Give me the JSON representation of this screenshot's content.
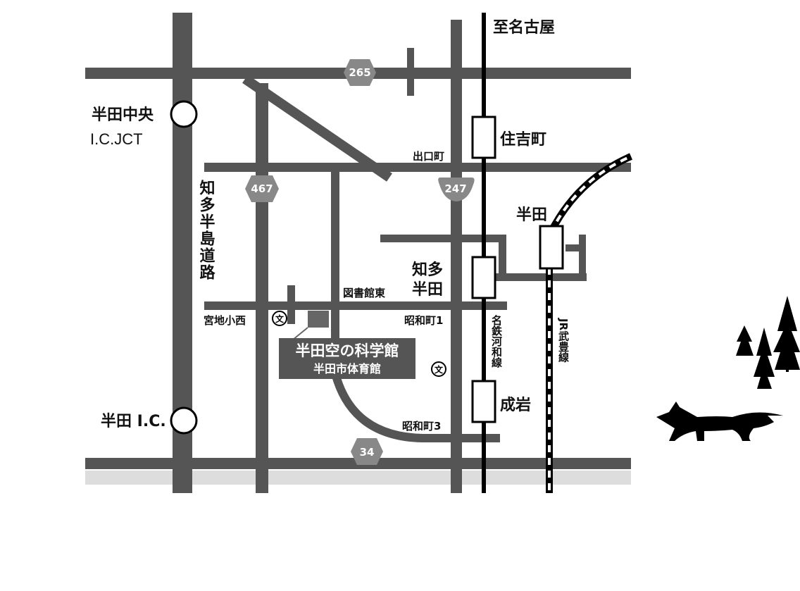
{
  "directions": {
    "to_nagoya": "至名古屋"
  },
  "stations": {
    "sumiyoshicho": "住吉町",
    "chita_handa_line1": "知多",
    "chita_handa_line2": "半田",
    "handa": "半田",
    "narawa": "成岩"
  },
  "railways": {
    "meitetsu": "名鉄河和線",
    "jr": "JR武豊線"
  },
  "expressway": {
    "name": "知多半島道路",
    "handa_chuo": "半田中央",
    "handa_chuo_sub": "I.C.JCT",
    "handa_ic": "半田 I.C."
  },
  "intersections": {
    "deguchicho": "出口町",
    "toshokan_higashi": "図書館東",
    "miyaji_shonishi": "宮地小西",
    "showacho1": "昭和町1",
    "showacho3": "昭和町3"
  },
  "routes": {
    "r265": "265",
    "r467": "467",
    "r247": "247",
    "r34": "34"
  },
  "school_symbol": "文",
  "destination": {
    "name": "半田空の科学館",
    "sub": "半田市体育館"
  },
  "colors": {
    "road": "#555555",
    "rail": "#000000",
    "label_box": "#555555",
    "ground_strip": "#dddddd"
  }
}
